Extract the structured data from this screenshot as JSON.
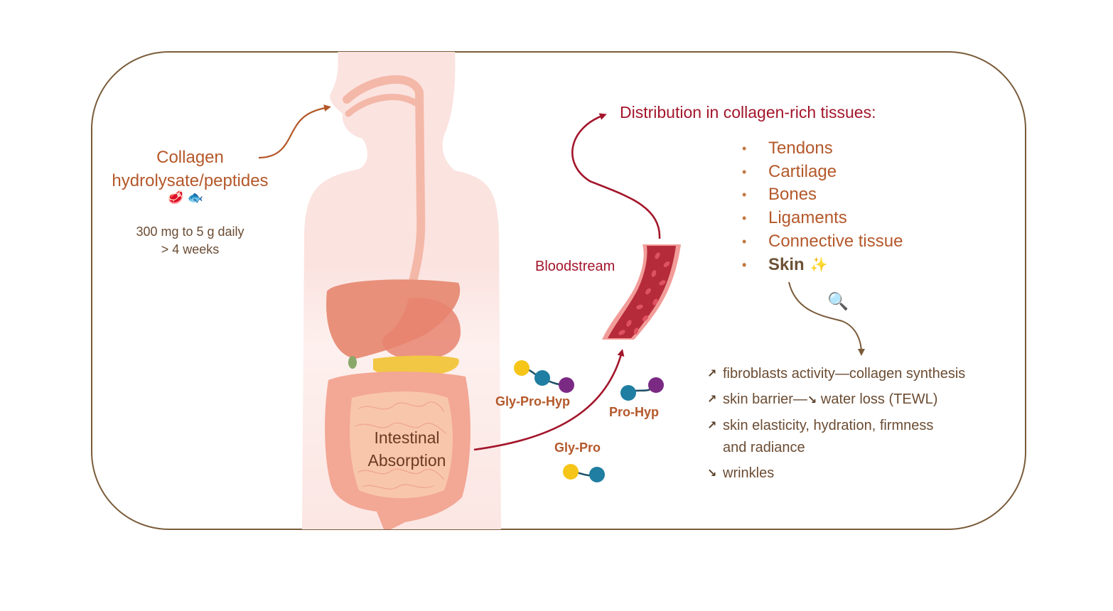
{
  "colors": {
    "frame": "#7a5c3a",
    "accent_orange": "#b4582a",
    "text_brown": "#6b4c33",
    "accent_red": "#a3162b",
    "body_pink": "#fbe3e0",
    "gly": "#f5c518",
    "pro": "#1f7ea1",
    "hyp": "#7b2a84"
  },
  "intake": {
    "title_line1": "Collagen",
    "title_line2": "hydrolysate/peptides",
    "icons": [
      "meat-icon",
      "fish-icon"
    ],
    "icon_meat": "🥩",
    "icon_fish": "🐟",
    "dose_line1": "300 mg to 5 g daily",
    "dose_line2": "> 4 weeks"
  },
  "absorption": {
    "line1": "Intestinal",
    "line2": "Absorption"
  },
  "peptides": [
    {
      "label": "Gly-Pro-Hyp",
      "residues": [
        "Gly",
        "Pro",
        "Hyp"
      ]
    },
    {
      "label": "Pro-Hyp",
      "residues": [
        "Pro",
        "Hyp"
      ]
    },
    {
      "label": "Gly-Pro",
      "residues": [
        "Gly",
        "Pro"
      ]
    }
  ],
  "bloodstream": {
    "label": "Bloodstream"
  },
  "distribution": {
    "title": "Distribution in collagen-rich tissues:",
    "bullet": "•",
    "tissues": [
      "Tendons",
      "Cartilage",
      "Bones",
      "Ligaments",
      "Connective tissue",
      "Skin"
    ],
    "skin_sparkle": "✨"
  },
  "skin_effects": {
    "magnifier": "🔍",
    "up_arrow": "↗",
    "down_arrow": "↘",
    "items": [
      {
        "direction": "up",
        "text": "fibroblasts activity—collagen synthesis"
      },
      {
        "direction": "up",
        "text_before": "skin barrier—",
        "inner_direction": "down",
        "text_after": " water loss (TEWL)"
      },
      {
        "direction": "up",
        "text": "skin elasticity, hydration, firmness",
        "continuation": "and radiance"
      },
      {
        "direction": "down",
        "text": "wrinkles"
      }
    ]
  }
}
